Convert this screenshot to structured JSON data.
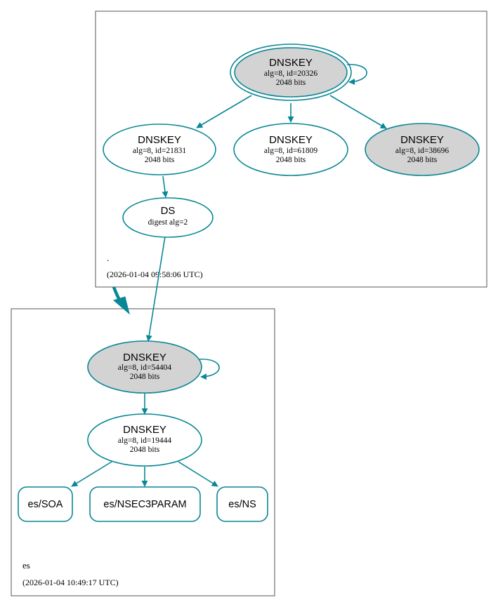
{
  "colors": {
    "edge": "#0a8796",
    "node_fill_secure": "#d3d3d3",
    "node_fill_plain": "#ffffff",
    "zone_border": "#555555"
  },
  "zones": {
    "root": {
      "name": ".",
      "timestamp": "(2026-01-04 09:58:06 UTC)"
    },
    "es": {
      "name": "es",
      "timestamp": "(2026-01-04 10:49:17 UTC)"
    }
  },
  "nodes": {
    "root_ksk": {
      "title": "DNSKEY",
      "alg": "alg=8, id=20326",
      "bits": "2048 bits"
    },
    "root_zsk1": {
      "title": "DNSKEY",
      "alg": "alg=8, id=21831",
      "bits": "2048 bits"
    },
    "root_zsk2": {
      "title": "DNSKEY",
      "alg": "alg=8, id=61809",
      "bits": "2048 bits"
    },
    "root_zsk3": {
      "title": "DNSKEY",
      "alg": "alg=8, id=38696",
      "bits": "2048 bits"
    },
    "ds": {
      "title": "DS",
      "digest": "digest alg=2"
    },
    "es_ksk": {
      "title": "DNSKEY",
      "alg": "alg=8, id=54404",
      "bits": "2048 bits"
    },
    "es_zsk": {
      "title": "DNSKEY",
      "alg": "alg=8, id=19444",
      "bits": "2048 bits"
    }
  },
  "records": {
    "soa": "es/SOA",
    "nsec3param": "es/NSEC3PARAM",
    "ns": "es/NS"
  }
}
